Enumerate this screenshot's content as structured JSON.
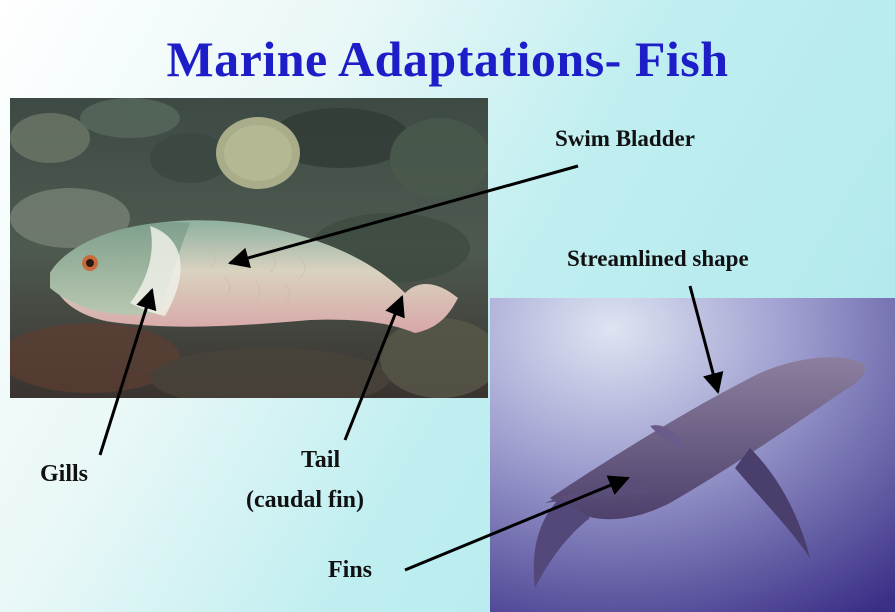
{
  "slide": {
    "title": "Marine Adaptations- Fish",
    "labels": {
      "swim_bladder": "Swim Bladder",
      "streamlined": "Streamlined shape",
      "gills": "Gills",
      "tail_line1": "Tail",
      "tail_line2": "(caudal fin)",
      "fins": "Fins"
    },
    "colors": {
      "title": "#1e1ec8",
      "background": "#bfeef0"
    }
  }
}
